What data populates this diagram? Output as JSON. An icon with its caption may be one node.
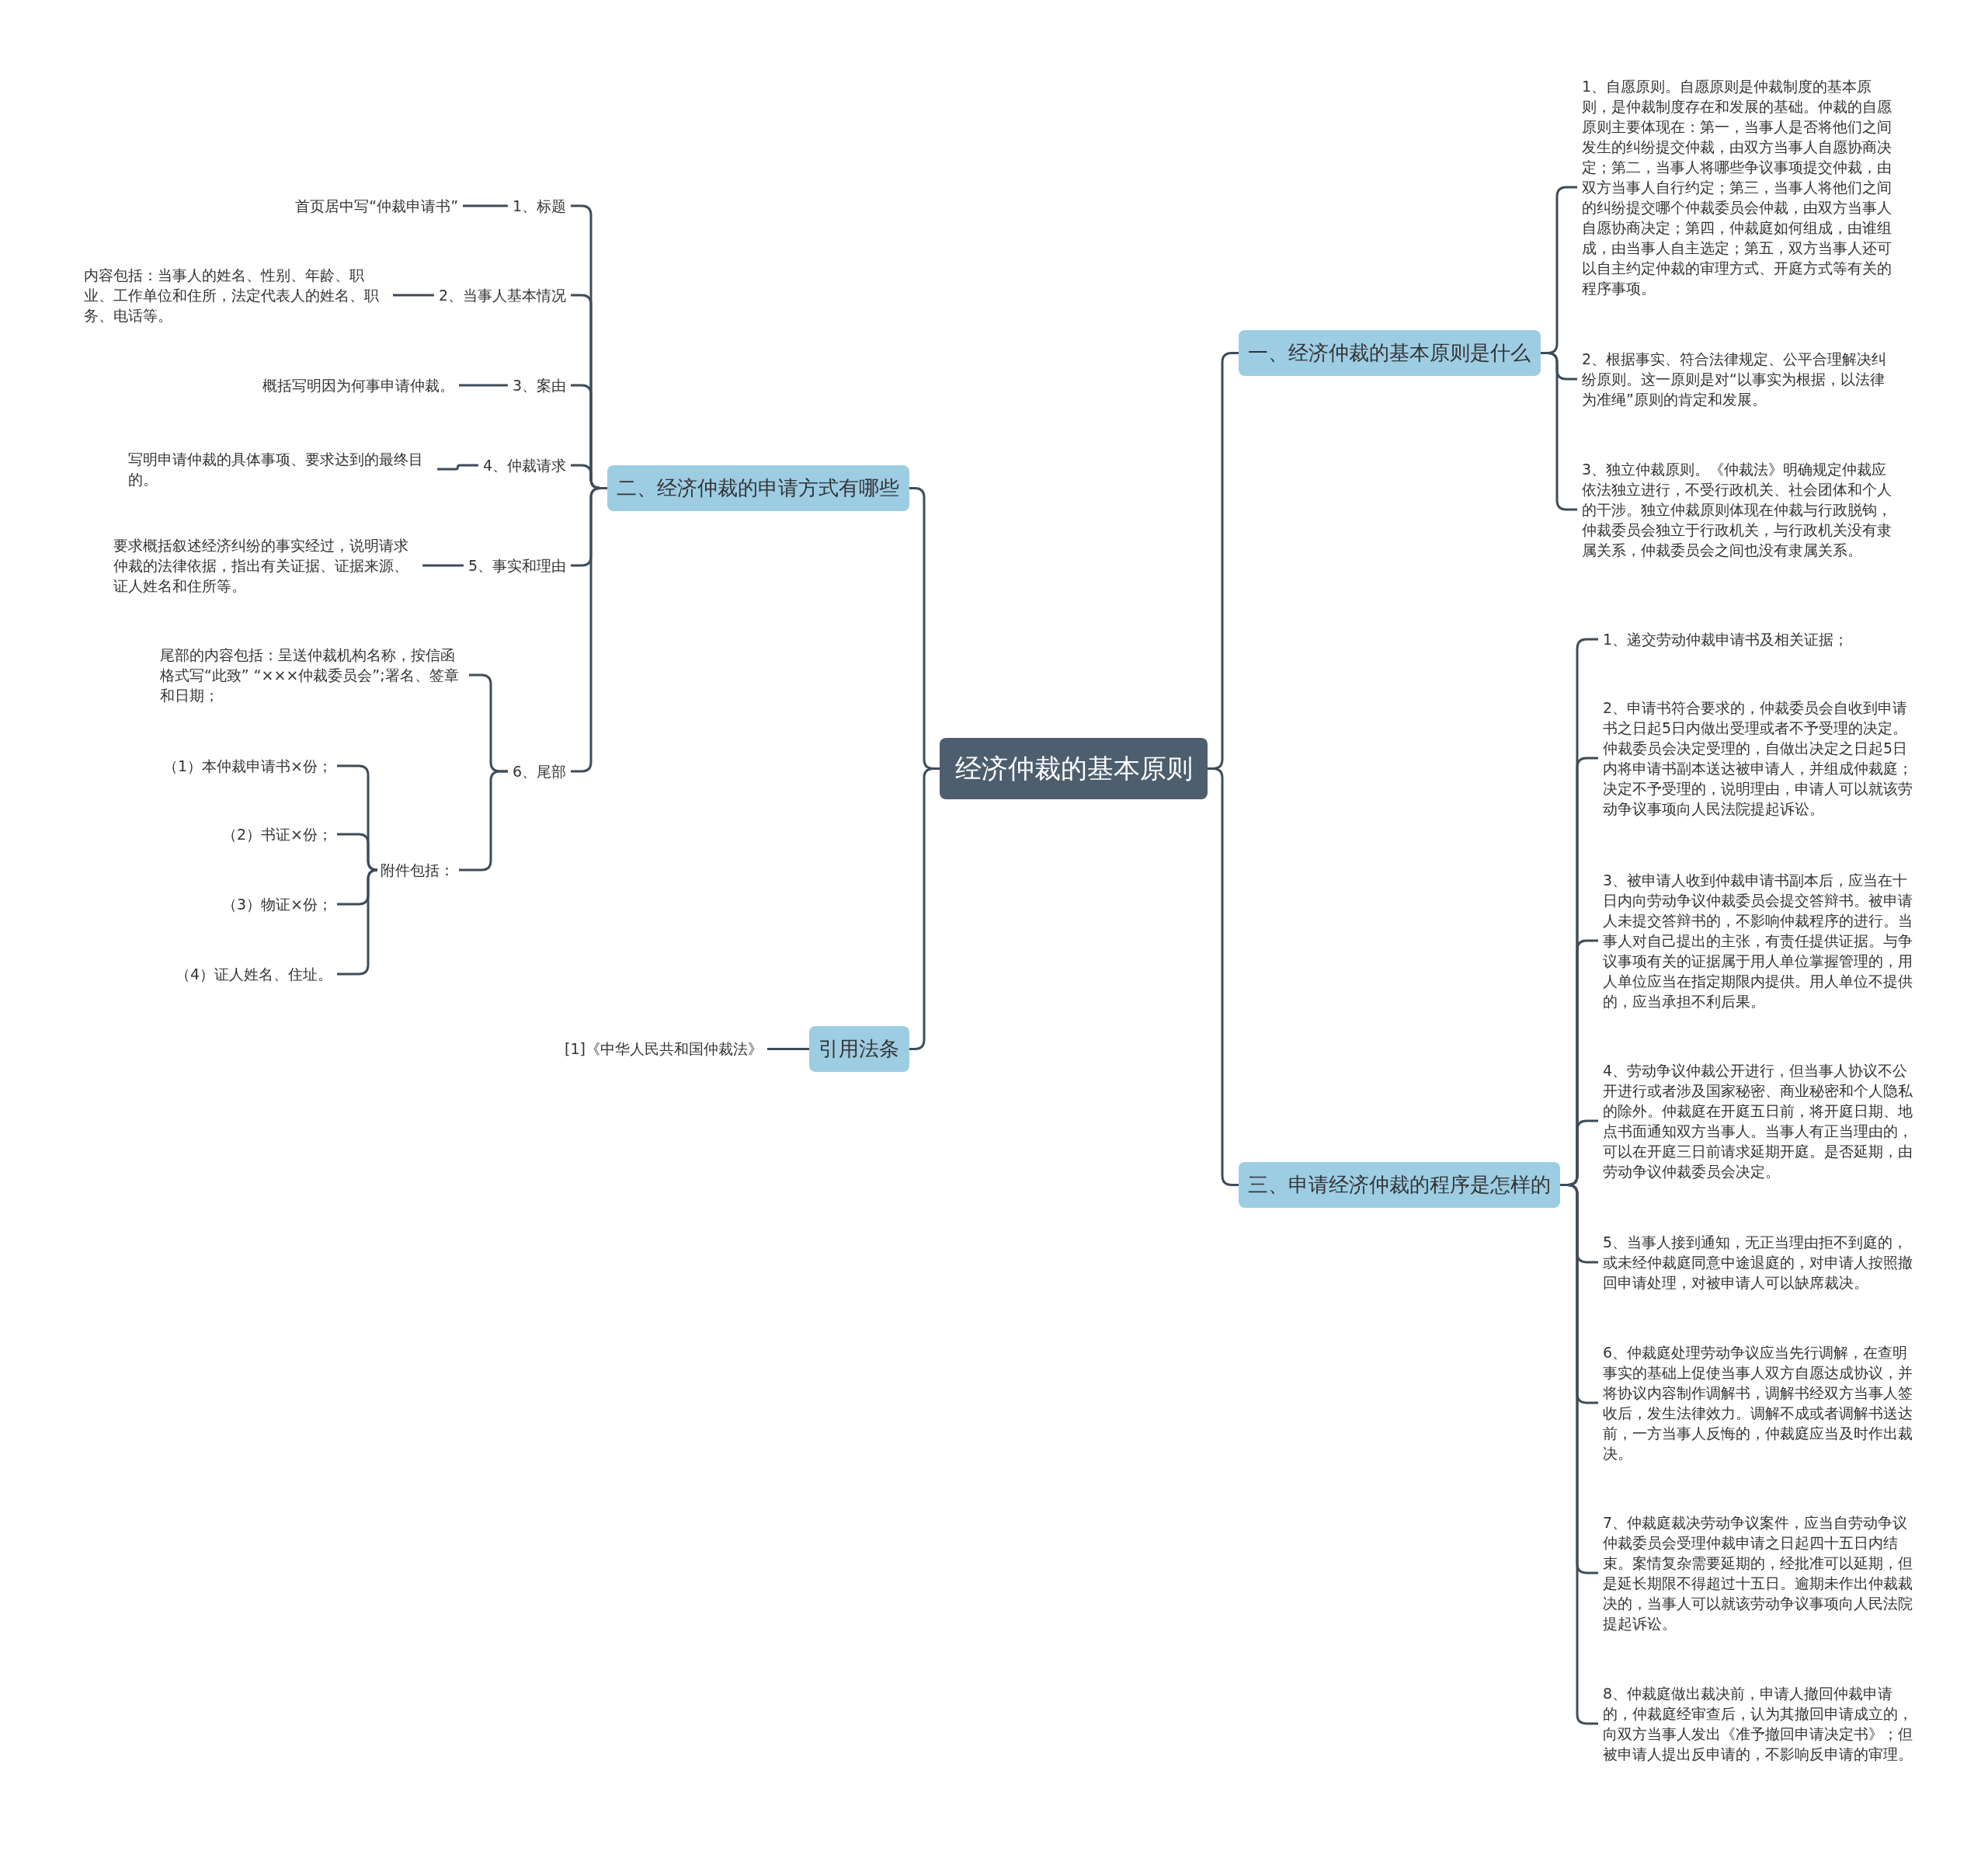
{
  "diagram": {
    "nodes": [
      {
        "text": [
          "经济仲裁的基本原则"
        ]
      },
      {
        "text": [
          "二、经济仲裁的申请方式有哪些"
        ]
      },
      {
        "text": [
          "1、标题"
        ]
      },
      {
        "text": [
          "首页居中写“仲裁申请书”"
        ]
      },
      {
        "text": [
          "2、当事人基本情况"
        ]
      },
      {
        "text": [
          "内容包括：当事人的姓名、性别、年龄、职业、工作单位和住所，法定代表人的姓名、职务、电话等。"
        ]
      },
      {
        "text": [
          "3、案由"
        ]
      },
      {
        "text": [
          "概括写明因为何事申请仲裁。"
        ]
      },
      {
        "text": [
          "4、仲裁请求"
        ]
      },
      {
        "text": [
          "写明申请仲裁的具体事项、要求达到的最终目的。"
        ]
      },
      {
        "text": [
          "5、事实和理由"
        ]
      },
      {
        "text": [
          "要求概括叙述经济纠纷的事实经过，说明请求仲裁的法律依据，指出有关证据、证据来源、证人姓名和住所等。"
        ]
      },
      {
        "text": [
          "6、尾部"
        ]
      },
      {
        "text": [
          "尾部的内容包括：呈送仲裁机构名称，按信函格式写“此致” “×××仲裁委员会”;署名、签章和日期；"
        ]
      },
      {
        "text": [
          "附件包括："
        ]
      },
      {
        "text": [
          "（1）本仲裁申请书×份；"
        ]
      },
      {
        "text": [
          "（2）书证×份；"
        ]
      },
      {
        "text": [
          "（3）物证×份；"
        ]
      },
      {
        "text": [
          "（4）证人姓名、住址。"
        ]
      },
      {
        "text": [
          "引用法条"
        ]
      },
      {
        "text": [
          "[1]《中华人民共和国仲裁法》"
        ]
      },
      {
        "text": [
          "一、经济仲裁的基本原则是什么"
        ]
      },
      {
        "text": [
          "1、自愿原则。自愿原则是仲裁制度的基本原则，是仲裁制度存在和发展的基础。仲裁的自愿原则主要体现在：第一，当事人是否将他们之间发生的纠纷提交仲裁，由双方当事人自愿协商决定；第二，当事人将哪些争议事项提交仲裁，由双方当事人自行约定；第三，当事人将他们之间的纠纷提交哪个仲裁委员会仲裁，由双方当事人自愿协商决定；第四，仲裁庭如何组成，由谁组成，由当事人自主选定；第五，双方当事人还可以自主约定仲裁的审理方式、开庭方式等有关的程序事项。"
        ]
      },
      {
        "text": [
          "2、根据事实、符合法律规定、公平合理解决纠纷原则。这一原则是对“以事实为根据，以法律为准绳”原则的肯定和发展。"
        ]
      },
      {
        "text": [
          "3、独立仲裁原则。《仲裁法》明确规定仲裁应依法独立进行，不受行政机关、社会团体和个人的干涉。独立仲裁原则体现在仲裁与行政脱钩，仲裁委员会独立于行政机关，与行政机关没有隶属关系，仲裁委员会之间也没有隶属关系。"
        ]
      },
      {
        "text": [
          "三、申请经济仲裁的程序是怎样的"
        ]
      },
      {
        "text": [
          "1、递交劳动仲裁申请书及相关证据；"
        ]
      },
      {
        "text": [
          "2、申请书符合要求的，仲裁委员会自收到申请书之日起5日内做出受理或者不予受理的决定。仲裁委员会决定受理的，自做出决定之日起5日内将申请书副本送达被申请人，并组成仲裁庭；决定不予受理的，说明理由，申请人可以就该劳动争议事项向人民法院提起诉讼。"
        ]
      },
      {
        "text": [
          "3、被申请人收到仲裁申请书副本后，应当在十日内向劳动争议仲裁委员会提交答辩书。被申请人未提交答辩书的，不影响仲裁程序的进行。当事人对自己提出的主张，有责任提供证据。与争议事项有关的证据属于用人单位掌握管理的，用人单位应当在指定期限内提供。用人单位不提供的，应当承担不利后果。"
        ]
      },
      {
        "text": [
          "4、劳动争议仲裁公开进行，但当事人协议不公开进行或者涉及国家秘密、商业秘密和个人隐私的除外。仲裁庭在开庭五日前，将开庭日期、地点书面通知双方当事人。当事人有正当理由的，可以在开庭三日前请求延期开庭。是否延期，由劳动争议仲裁委员会决定。"
        ]
      },
      {
        "text": [
          "5、当事人接到通知，无正当理由拒不到庭的，或未经仲裁庭同意中途退庭的，对申请人按照撤回申请处理，对被申请人可以缺席裁决。"
        ]
      },
      {
        "text": [
          "6、仲裁庭处理劳动争议应当先行调解，在查明事实的基础上促使当事人双方自愿达成协议，并将协议内容制作调解书，调解书经双方当事人签收后，发生法律效力。调解不成或者调解书送达前，一方当事人反悔的，仲裁庭应当及时作出裁决。"
        ]
      },
      {
        "text": [
          "7、仲裁庭裁决劳动争议案件，应当自劳动争议仲裁委员会受理仲裁申请之日起四十五日内结束。案情复杂需要延期的，经批准可以延期，但是延长期限不得超过十五日。逾期未作出仲裁裁决的，当事人可以就该劳动争议事项向人民法院提起诉讼。"
        ]
      },
      {
        "text": [
          "8、仲裁庭做出裁决前，申请人撤回仲裁申请的，仲裁庭经审查后，认为其撤回申请成立的，向双方当事人发出《准予撤回申请决定书》；但被申请人提出反申请的，不影响反申请的审理。"
        ]
      }
    ],
    "edges": [
      {
        "from": 0,
        "to": 1,
        "arrow": "none"
      },
      {
        "from": 0,
        "to": 19,
        "arrow": "none"
      },
      {
        "from": 0,
        "to": 21,
        "arrow": "none"
      },
      {
        "from": 0,
        "to": 25,
        "arrow": "none"
      },
      {
        "from": 1,
        "to": 2,
        "arrow": "none"
      },
      {
        "from": 1,
        "to": 4,
        "arrow": "none"
      },
      {
        "from": 1,
        "to": 6,
        "arrow": "none"
      },
      {
        "from": 1,
        "to": 8,
        "arrow": "none"
      },
      {
        "from": 1,
        "to": 10,
        "arrow": "none"
      },
      {
        "from": 1,
        "to": 12,
        "arrow": "none"
      },
      {
        "from": 2,
        "to": 3,
        "arrow": "none"
      },
      {
        "from": 4,
        "to": 5,
        "arrow": "none"
      },
      {
        "from": 6,
        "to": 7,
        "arrow": "none"
      },
      {
        "from": 8,
        "to": 9,
        "arrow": "none"
      },
      {
        "from": 10,
        "to": 11,
        "arrow": "none"
      },
      {
        "from": 12,
        "to": 13,
        "arrow": "none"
      },
      {
        "from": 12,
        "to": 14,
        "arrow": "none"
      },
      {
        "from": 14,
        "to": 15,
        "arrow": "none"
      },
      {
        "from": 14,
        "to": 16,
        "arrow": "none"
      },
      {
        "from": 14,
        "to": 17,
        "arrow": "none"
      },
      {
        "from": 14,
        "to": 18,
        "arrow": "none"
      },
      {
        "from": 19,
        "to": 20,
        "arrow": "none"
      },
      {
        "from": 21,
        "to": 22,
        "arrow": "none"
      },
      {
        "from": 21,
        "to": 23,
        "arrow": "none"
      },
      {
        "from": 21,
        "to": 24,
        "arrow": "none"
      },
      {
        "from": 25,
        "to": 26,
        "arrow": "none"
      },
      {
        "from": 25,
        "to": 27,
        "arrow": "none"
      },
      {
        "from": 25,
        "to": 28,
        "arrow": "none"
      },
      {
        "from": 25,
        "to": 29,
        "arrow": "none"
      },
      {
        "from": 25,
        "to": 30,
        "arrow": "none"
      },
      {
        "from": 25,
        "to": 31,
        "arrow": "none"
      },
      {
        "from": 25,
        "to": 32,
        "arrow": "none"
      },
      {
        "from": 25,
        "to": 33,
        "arrow": "none"
      }
    ]
  }
}
